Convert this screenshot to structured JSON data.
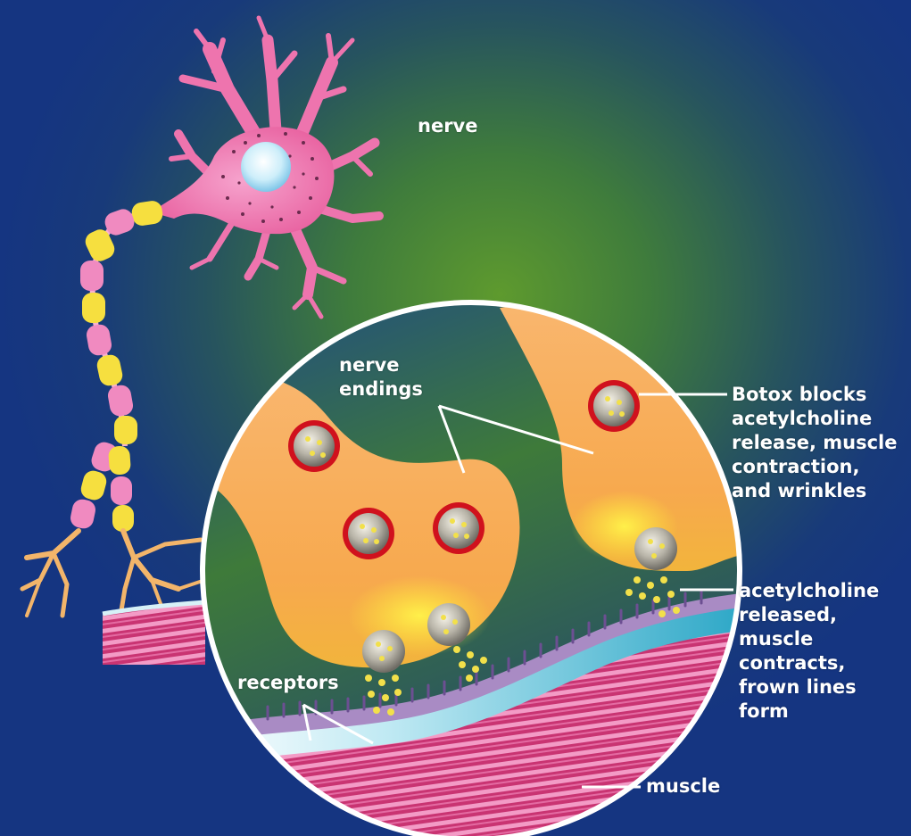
{
  "labels": {
    "nerve": "nerve",
    "nerve_endings": [
      "nerve",
      "endings"
    ],
    "botox": [
      "Botox blocks",
      "acetylcholine",
      "release, muscle",
      "contraction,",
      "and wrinkles"
    ],
    "acetylcholine": [
      "acetylcholine",
      "released,",
      "muscle",
      "contracts,",
      "frown lines",
      "form"
    ],
    "receptors": "receptors",
    "muscle": "muscle"
  },
  "colors": {
    "background": "#153581",
    "nerve_cell": "#ee74ae",
    "myelin_yellow": "#f6df3f",
    "myelin_pink": "#f08ac0",
    "nerve_ending": "#f7ad55",
    "vesicle_ring": "#d0111d",
    "receptor": "#7a5a9e",
    "muscle_band": "#d8427f",
    "cyan_membrane": "#43bcd6"
  }
}
